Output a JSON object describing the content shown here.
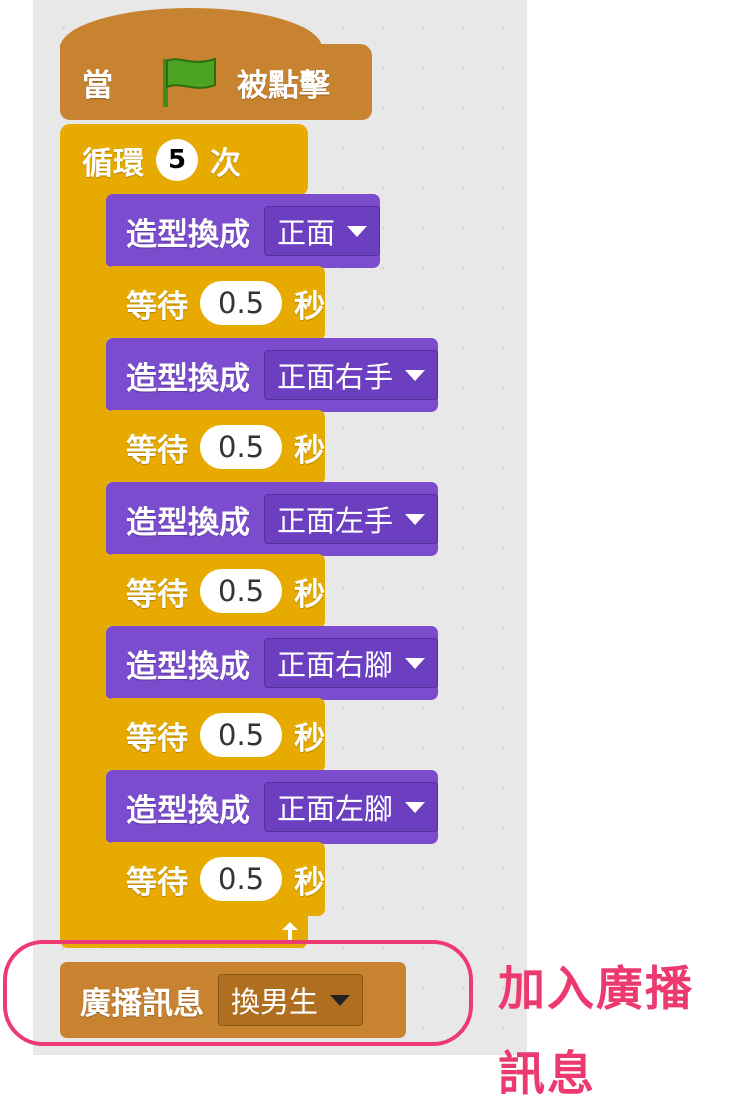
{
  "script": {
    "hat": {
      "when": "當",
      "clicked": "被點擊"
    },
    "loop": {
      "label": "循環",
      "count": "5",
      "unit": "次"
    },
    "steps": [
      {
        "type": "looks",
        "label": "造型換成",
        "value": "正面"
      },
      {
        "type": "wait",
        "label": "等待",
        "value": "0.5",
        "unit": "秒"
      },
      {
        "type": "looks",
        "label": "造型換成",
        "value": "正面右手"
      },
      {
        "type": "wait",
        "label": "等待",
        "value": "0.5",
        "unit": "秒"
      },
      {
        "type": "looks",
        "label": "造型換成",
        "value": "正面左手"
      },
      {
        "type": "wait",
        "label": "等待",
        "value": "0.5",
        "unit": "秒"
      },
      {
        "type": "looks",
        "label": "造型換成",
        "value": "正面右腳"
      },
      {
        "type": "wait",
        "label": "等待",
        "value": "0.5",
        "unit": "秒"
      },
      {
        "type": "looks",
        "label": "造型換成",
        "value": "正面左腳"
      },
      {
        "type": "wait",
        "label": "等待",
        "value": "0.5",
        "unit": "秒"
      }
    ],
    "broadcast": {
      "label": "廣播訊息",
      "value": "換男生"
    }
  },
  "annotation": {
    "line1": "加入廣播",
    "line2": "訊息"
  },
  "colors": {
    "events": "#c88330",
    "control": "#e6aa00",
    "looks": "#7c4ccf",
    "highlight": "#ee3a73"
  },
  "icons": {
    "flag": "green-flag-icon",
    "loop_arrow": "loop-arrow-icon",
    "dropdown": "dropdown-arrow-icon"
  }
}
